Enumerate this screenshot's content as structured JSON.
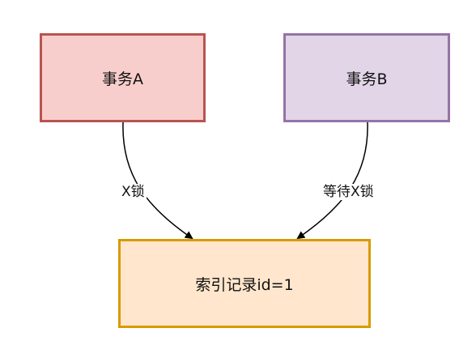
{
  "nodes": {
    "transaction_a": {
      "label": "事务A",
      "fill": "#f8cecc",
      "stroke": "#b85450"
    },
    "transaction_b": {
      "label": "事务B",
      "fill": "#e1d5e7",
      "stroke": "#9673a6"
    },
    "index_record": {
      "label": "索引记录id=1",
      "fill": "#ffe6cc",
      "stroke": "#d79b00"
    }
  },
  "edges": {
    "a_to_record": {
      "label": "X锁"
    },
    "b_to_record": {
      "label": "等待X锁"
    }
  }
}
